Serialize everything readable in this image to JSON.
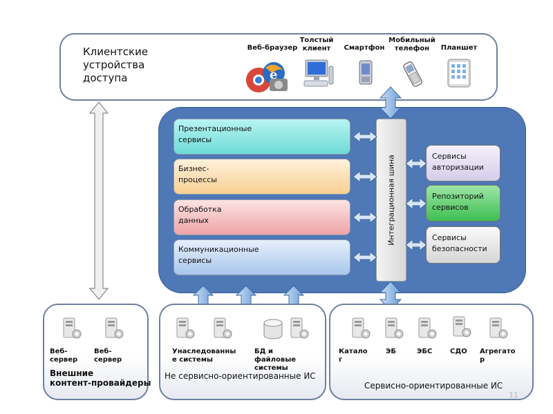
{
  "client": {
    "title_lines": [
      "Клиентские",
      "устройства",
      "доступа"
    ],
    "devices": [
      {
        "label_lines": [
          "Веб-браузер"
        ],
        "icon": "browser-icon"
      },
      {
        "label_lines": [
          "Толстый",
          "клиент"
        ],
        "icon": "desktop-computer-icon"
      },
      {
        "label_lines": [
          "Смартфон"
        ],
        "icon": "smartphone-icon"
      },
      {
        "label_lines": [
          "Мобильный",
          "телефон"
        ],
        "icon": "mobile-phone-icon"
      },
      {
        "label_lines": [
          "Планшет"
        ],
        "icon": "tablet-icon"
      }
    ]
  },
  "core": {
    "services": [
      {
        "lines": [
          "Презентационные",
          "сервисы"
        ],
        "color": "#7fe3e0"
      },
      {
        "lines": [
          "Бизнес-",
          "процессы"
        ],
        "color": "#fbd9a6"
      },
      {
        "lines": [
          "Обработка",
          "данных"
        ],
        "color": "#f1b3b5"
      },
      {
        "lines": [
          "Коммуникационные",
          "сервисы"
        ],
        "color": "#b9d2f0"
      }
    ],
    "bus_label": "Интеграционная шина",
    "right_services": [
      {
        "lines": [
          "Сервисы",
          "авторизации"
        ],
        "color": "#d9d3ec"
      },
      {
        "lines": [
          "Репозиторий",
          "сервисов"
        ],
        "color": "#55cc66"
      },
      {
        "lines": [
          "Сервисы",
          "безопасности"
        ],
        "color": "#e4e4e4"
      }
    ]
  },
  "bottom": {
    "left": {
      "servers": [
        {
          "lines": [
            "Веб-",
            "сервер"
          ]
        },
        {
          "lines": [
            "Веб-",
            "сервер"
          ]
        }
      ],
      "title_lines": [
        "Внешние",
        "контент-провайдеры"
      ]
    },
    "middle": {
      "items": [
        {
          "lines": [
            "Унаследованны",
            "е системы"
          ]
        },
        {
          "lines": [
            "БД и",
            "файловые",
            "системы"
          ]
        }
      ],
      "title": "Не сервисно-ориентированные ИС"
    },
    "right": {
      "items": [
        {
          "lines": [
            "Катало",
            "г"
          ]
        },
        {
          "lines": [
            "ЭБ"
          ]
        },
        {
          "lines": [
            "ЭБС"
          ]
        },
        {
          "lines": [
            "СДО"
          ]
        },
        {
          "lines": [
            "Агрегато",
            "р"
          ]
        }
      ],
      "title": "Сервисно-ориентированные ИС"
    }
  },
  "page_number": "11"
}
